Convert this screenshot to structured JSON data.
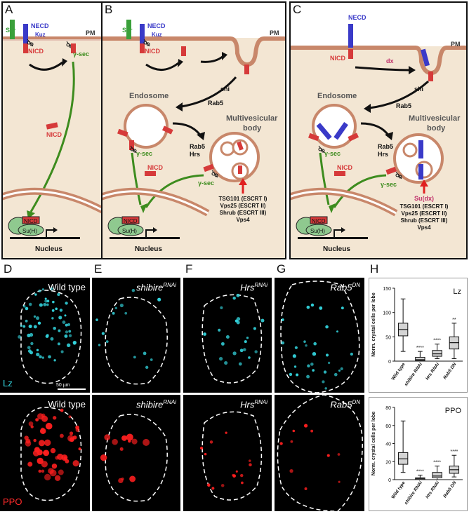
{
  "panels_top": {
    "A": {
      "letter": "A",
      "ser": "Ser",
      "necd": "NECD",
      "kuz": "Kuz",
      "pm": "PM",
      "nicd": "NICD",
      "gsec": "γ-sec",
      "nicd2": "NICD",
      "nicd3": "NICD",
      "suh": "Su(H)",
      "nucleus": "Nucleus"
    },
    "B": {
      "letter": "B",
      "ser": "Ser",
      "necd": "NECD",
      "kuz": "Kuz",
      "pm": "PM",
      "nicd": "NICD",
      "shi": "shi",
      "rab5": "Rab5",
      "endosome": "Endosome",
      "mvb1": "Multivesicular",
      "mvb2": "body",
      "gsec1": "γ-sec",
      "rab5b": "Rab5",
      "hrs": "Hrs",
      "nicd2": "NICD",
      "gsec2": "γ-sec",
      "escrt": [
        "TSG101 (ESCRT I)",
        "Vps25 (ESCRT II)",
        "Shrub (ESCRT III)",
        "Vps4"
      ],
      "nicd3": "NICD",
      "suh": "Su(H)",
      "nucleus": "Nucleus"
    },
    "C": {
      "letter": "C",
      "necd": "NECD",
      "pm": "PM",
      "nicd": "NICD",
      "dx": "dx",
      "shi": "shi",
      "rab5": "Rab5",
      "endosome": "Endosome",
      "mvb1": "Multivesicular",
      "mvb2": "body",
      "gsec1": "γ-sec",
      "rab5b": "Rab5",
      "hrs": "Hrs",
      "nicd2": "NICD",
      "gsec2": "γ-sec",
      "sudx": "Su(dx)",
      "escrt": [
        "TSG101 (ESCRT I)",
        "Vps25 (ESCRT II)",
        "Shrub (ESCRT III)",
        "Vps4"
      ],
      "nicd3": "NICD",
      "suh": "Su(H)",
      "nucleus": "Nucleus"
    }
  },
  "micrographs": {
    "D": {
      "letter": "D",
      "top": "Wild type",
      "bottom": "Wild type",
      "marker_top": "Lz",
      "marker_bottom": "PPO",
      "scale": "50 µm"
    },
    "E": {
      "letter": "E",
      "top_base": "shibire",
      "top_sup": "RNAi",
      "bottom_base": "shibire",
      "bottom_sup": "RNAi"
    },
    "F": {
      "letter": "F",
      "top_base": "Hrs",
      "top_sup": "RNAi",
      "bottom_base": "Hrs",
      "bottom_sup": "RNAi"
    },
    "G": {
      "letter": "G",
      "top_base": "Rab5",
      "top_sup": "DN",
      "bottom_base": "Rab5",
      "bottom_sup": "DN"
    }
  },
  "panel_H_letter": "H",
  "chart_data": [
    {
      "type": "box",
      "title": "Lz",
      "ylabel": "Norm. crystal cells per lobe",
      "ylim": [
        0,
        150
      ],
      "yticks": [
        0,
        50,
        100,
        150
      ],
      "categories": [
        "Wild type",
        "shibire RNAi",
        "Hrs RNAi",
        "Rab5 DN"
      ],
      "boxes": [
        {
          "min": 20,
          "q1": 52,
          "median": 65,
          "q3": 78,
          "max": 128,
          "sig": ""
        },
        {
          "min": 0,
          "q1": 1,
          "median": 3,
          "q3": 8,
          "max": 20,
          "sig": "****"
        },
        {
          "min": 5,
          "q1": 10,
          "median": 15,
          "q3": 22,
          "max": 35,
          "sig": "****"
        },
        {
          "min": 5,
          "q1": 25,
          "median": 38,
          "q3": 50,
          "max": 78,
          "sig": "**"
        }
      ]
    },
    {
      "type": "box",
      "title": "PPO",
      "ylabel": "Norm. crystal cells per lobe",
      "ylim": [
        0,
        80
      ],
      "yticks": [
        0,
        20,
        40,
        60,
        80
      ],
      "categories": [
        "Wild type",
        "shibire RNAi",
        "Hrs RNAi",
        "Rab5 DN"
      ],
      "boxes": [
        {
          "min": 8,
          "q1": 17,
          "median": 23,
          "q3": 30,
          "max": 65,
          "sig": ""
        },
        {
          "min": 0,
          "q1": 0,
          "median": 1,
          "q3": 2,
          "max": 5,
          "sig": "****"
        },
        {
          "min": 0,
          "q1": 2,
          "median": 4,
          "q3": 8,
          "max": 15,
          "sig": "****"
        },
        {
          "min": 3,
          "q1": 7,
          "median": 11,
          "q3": 15,
          "max": 27,
          "sig": "****"
        }
      ]
    }
  ],
  "colors": {
    "membrane": "#c8876a",
    "cytoplasm": "#f3e6d3",
    "necd": "#3a3ac8",
    "nicd": "#d63a3a",
    "ser": "#3aa03a",
    "gsec": "#3d8c1e",
    "suh": "#8fc98f",
    "dx": "#c0306a",
    "lz": "#33d4dd",
    "ppo": "#ff1f1f"
  }
}
